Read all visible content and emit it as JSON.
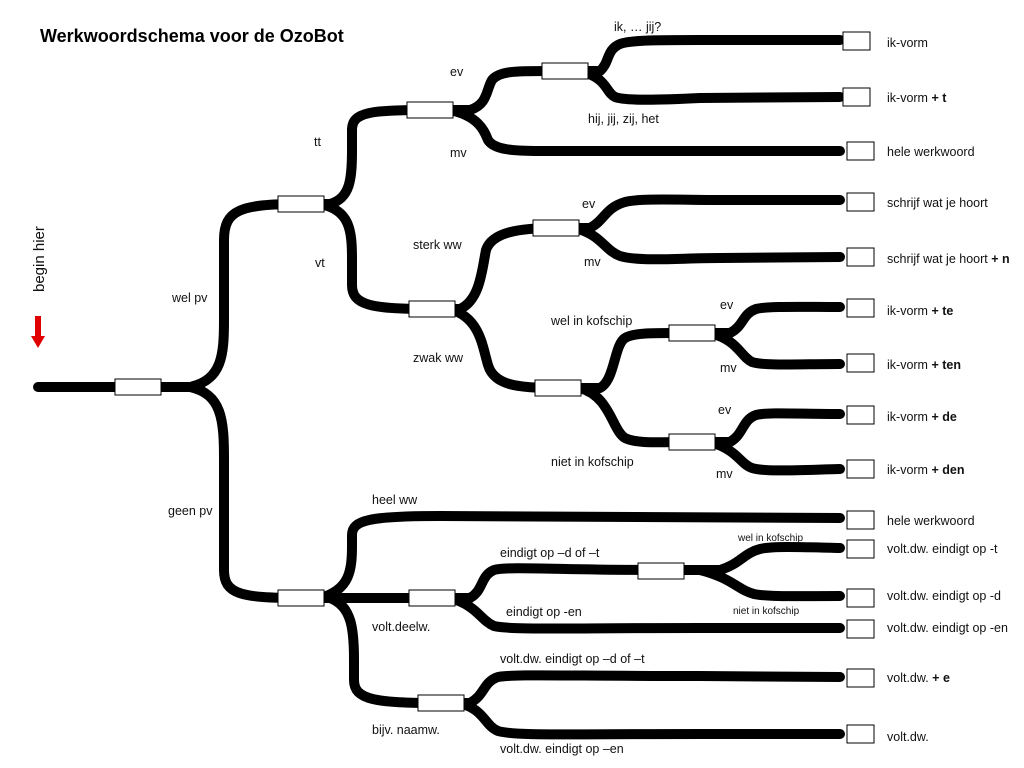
{
  "title": "Werkwoordschema voor de OzoBot",
  "start": {
    "label": "begin hier",
    "arrow_color": "#e00000"
  },
  "branches": {
    "wel_pv": "wel pv",
    "geen_pv": "geen pv",
    "tt": "tt",
    "vt": "vt",
    "tt_ev": "ev",
    "tt_mv": "mv",
    "ik_jij": "ik, … jij?",
    "hij_jij": "hij, jij, zij, het",
    "sterk_ww": "sterk ww",
    "zwak_ww": "zwak ww",
    "sterk_ev": "ev",
    "sterk_mv": "mv",
    "wel_kofschip": "wel in kofschip",
    "niet_kofschip": "niet in kofschip",
    "wel_ev": "ev",
    "wel_mv": "mv",
    "niet_ev": "ev",
    "niet_mv": "mv",
    "heel_ww": "heel ww",
    "volt_deelw": "volt.deelw.",
    "bijv_naamw": "bijv. naamw.",
    "eindigt_dt": "eindigt op –d of –t",
    "eindigt_en": "eindigt op -en",
    "wel_kofschip_small": "wel in kofschip",
    "niet_kofschip_small": "niet in kofschip",
    "bijv_dt": "volt.dw. eindigt op –d of –t",
    "bijv_en": "volt.dw. eindigt op –en"
  },
  "outcomes": [
    {
      "base": "ik-vorm",
      "suffix": ""
    },
    {
      "base": "ik-vorm",
      "suffix": "+ t"
    },
    {
      "base": "hele werkwoord",
      "suffix": ""
    },
    {
      "base": "schrijf wat je hoort",
      "suffix": ""
    },
    {
      "base": "schrijf wat je hoort",
      "suffix": "+ n"
    },
    {
      "base": "ik-vorm",
      "suffix": "+ te"
    },
    {
      "base": "ik-vorm",
      "suffix": "+ ten"
    },
    {
      "base": "ik-vorm",
      "suffix": "+ de"
    },
    {
      "base": "ik-vorm",
      "suffix": "+ den"
    },
    {
      "base": "hele werkwoord",
      "suffix": ""
    },
    {
      "base": "volt.dw. eindigt op -t",
      "suffix": ""
    },
    {
      "base": "volt.dw. eindigt op -d",
      "suffix": ""
    },
    {
      "base": "volt.dw. eindigt op -en",
      "suffix": ""
    },
    {
      "base": "volt.dw.",
      "suffix": "+ e"
    },
    {
      "base": "volt.dw.",
      "suffix": ""
    }
  ]
}
